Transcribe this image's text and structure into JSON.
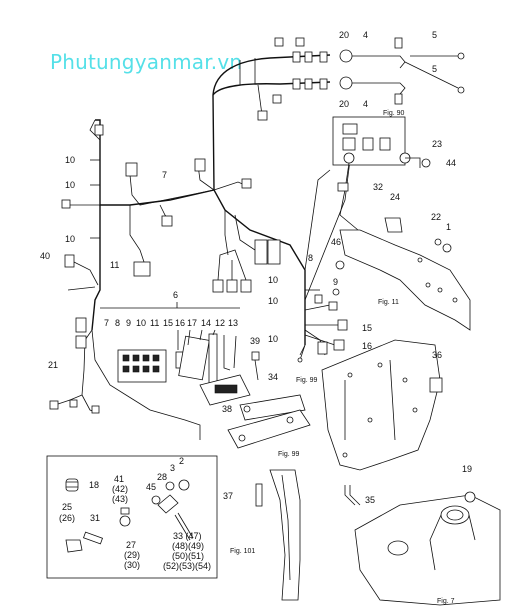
{
  "watermark": "Phutungyanmar.vn",
  "labels": {
    "l1": "1",
    "l2": "2",
    "l3": "3",
    "l4a": "4",
    "l4b": "4",
    "l5a": "5",
    "l5b": "5",
    "l6": "6",
    "l7": "7",
    "l8a": "8",
    "l8b": "8",
    "l9a": "9",
    "l9b": "9",
    "l10a": "10",
    "l10b": "10",
    "l10c": "10",
    "l10d": "10",
    "l10e": "10",
    "l10f": "10",
    "l10g": "10",
    "l11a": "11",
    "l11b": "11",
    "l12": "12",
    "l13": "13",
    "l14": "14",
    "l15a": "15",
    "l15b": "15",
    "l16a": "16",
    "l16b": "16",
    "l17": "17",
    "l18": "18",
    "l19": "19",
    "l20a": "20",
    "l20b": "20",
    "l21": "21",
    "l22": "22",
    "l23": "23",
    "l24": "24",
    "l25": "25",
    "l26": "(26)",
    "l27": "27",
    "l28": "28",
    "l29": "(29)",
    "l30": "(30)",
    "l31": "31",
    "l32": "32",
    "l33": "33 (47)",
    "l33b": "(48)(49)",
    "l33c": "(50)(51)",
    "l33d": "(52)(53)(54)",
    "l34": "34",
    "l35": "35",
    "l36": "36",
    "l37": "37",
    "l38": "38",
    "l39": "39",
    "l40": "40",
    "l41": "41",
    "l42": "(42)",
    "l43": "(43)",
    "l44": "44",
    "l45": "45",
    "l46": "46",
    "l7b": "7"
  },
  "figs": {
    "f90": "Fig. 90",
    "f11": "Fig. 11",
    "f99a": "Fig. 99",
    "f99b": "Fig. 99",
    "f101": "Fig. 101",
    "f7": "Fig. 7"
  }
}
